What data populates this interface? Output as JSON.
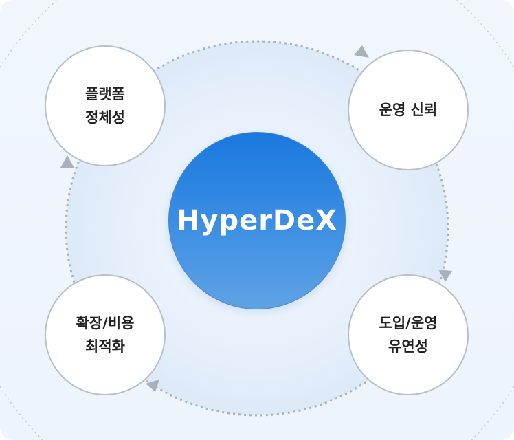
{
  "center": {
    "label": "HyperDeX"
  },
  "nodes": [
    {
      "label": "플랫폼\n정체성"
    },
    {
      "label": "운영 신뢰"
    },
    {
      "label": "도입/운영\n유연성"
    },
    {
      "label": "확장/비용\n최적화"
    }
  ],
  "colors": {
    "accent": "#1a78de",
    "orbit": "#a9b1bb",
    "node_border": "#b9bfc7"
  }
}
